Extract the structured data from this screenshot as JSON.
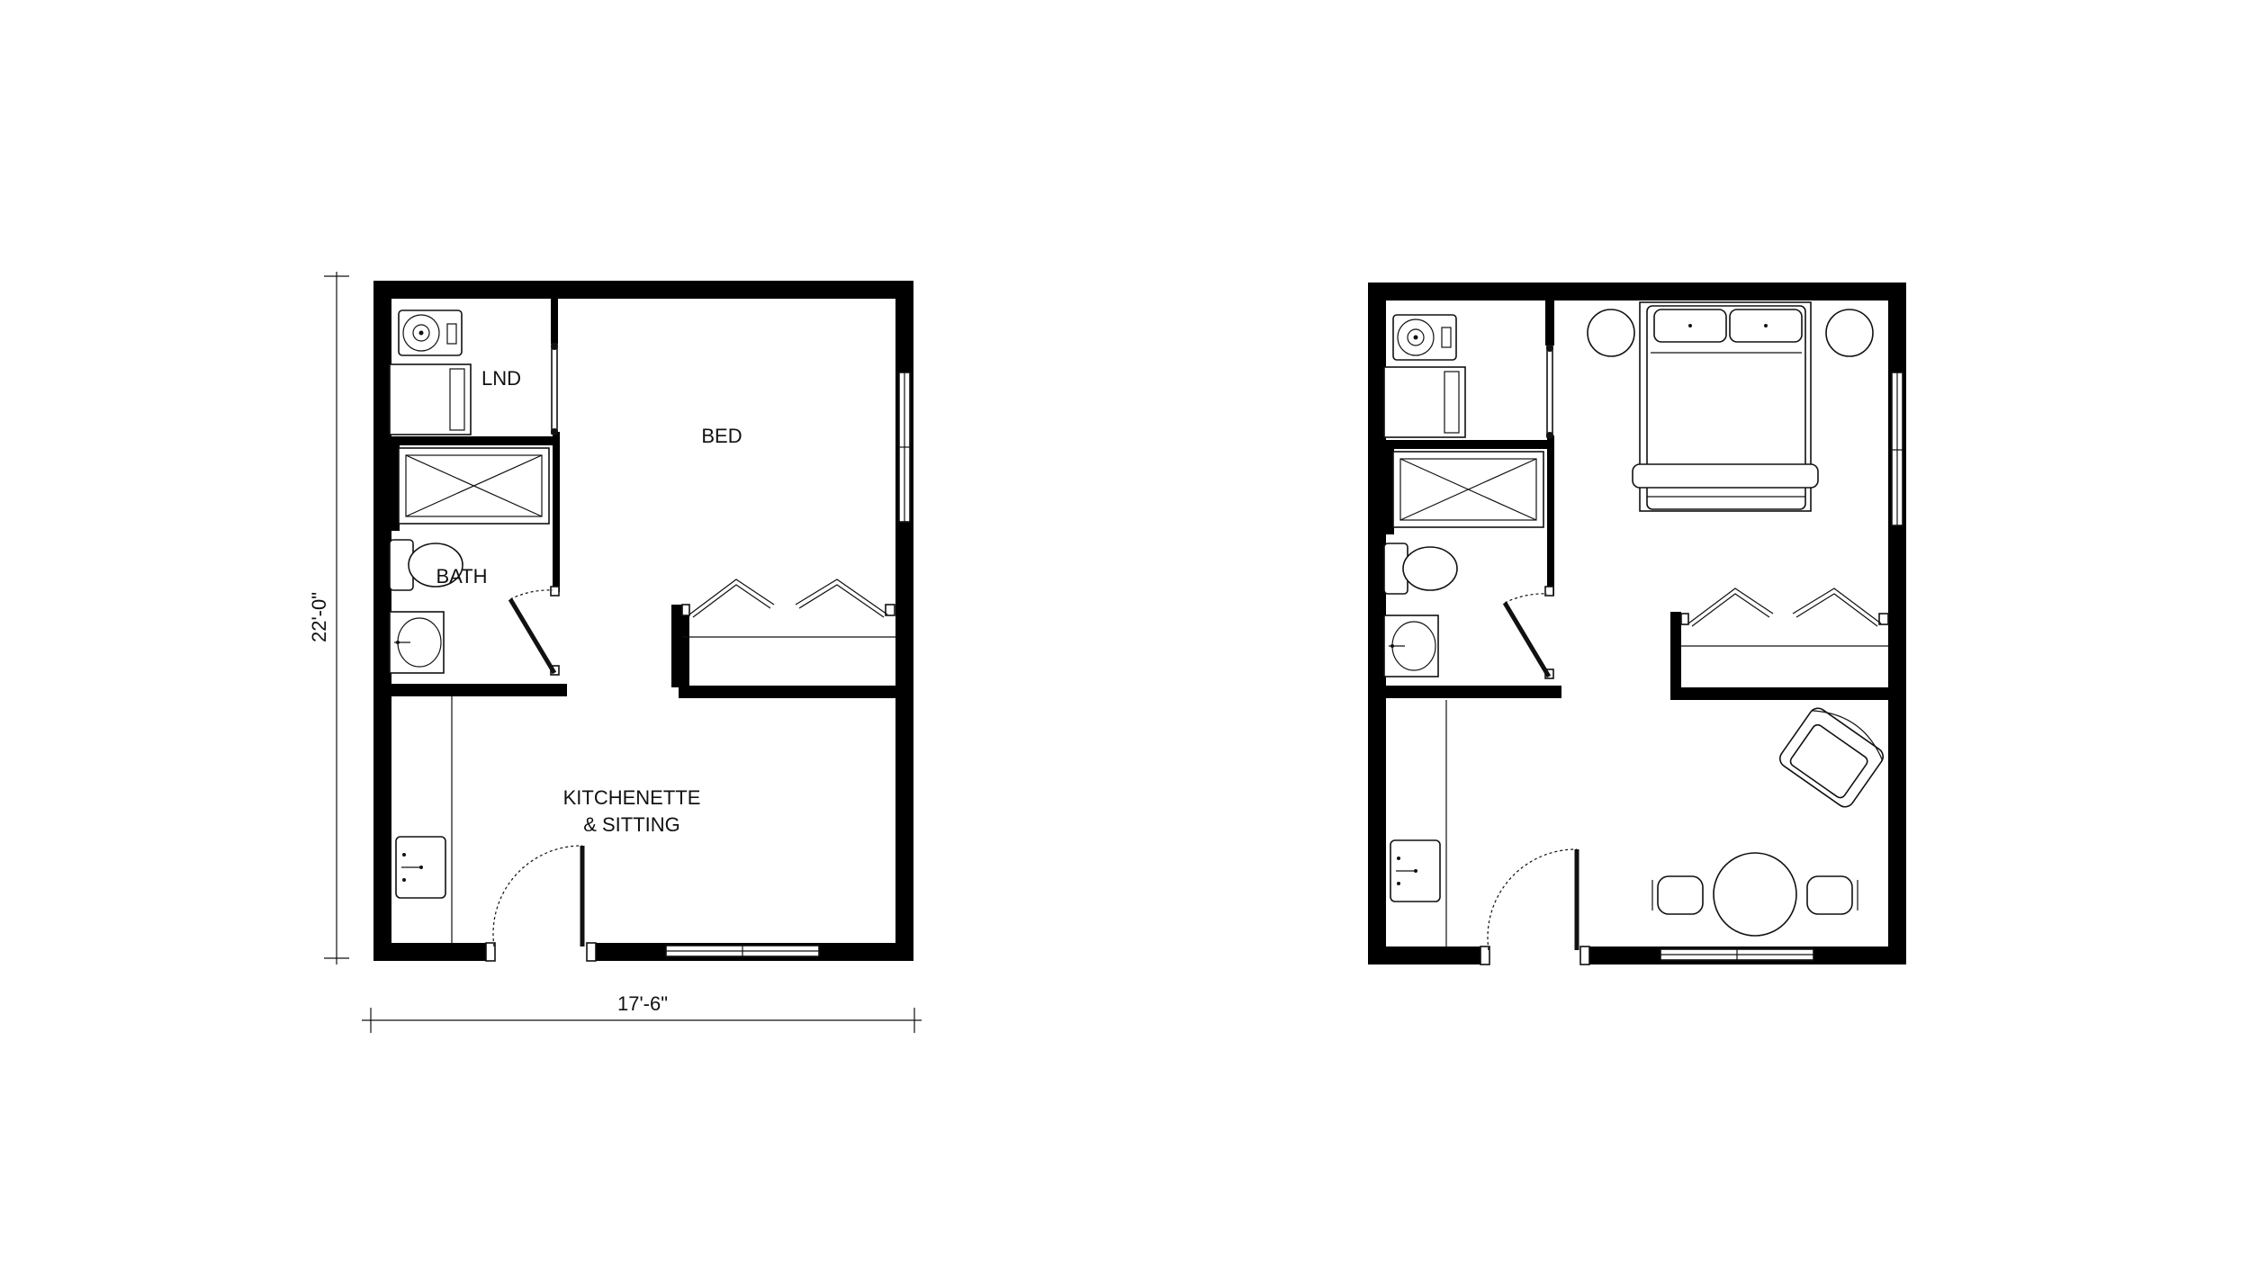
{
  "plans": [
    {
      "id": "unfurnished",
      "labels": {
        "laundry": "LND",
        "bedroom": "BED",
        "bathroom": "BATH",
        "kitchen_line1": "KITCHENETTE",
        "kitchen_line2": "& SITTING"
      },
      "dimensions": {
        "height": "22'-0\"",
        "width": "17'-6\""
      }
    },
    {
      "id": "furnished",
      "labels": {}
    }
  ],
  "colors": {
    "wall": "#000000",
    "line": "#111111",
    "background": "#ffffff"
  }
}
